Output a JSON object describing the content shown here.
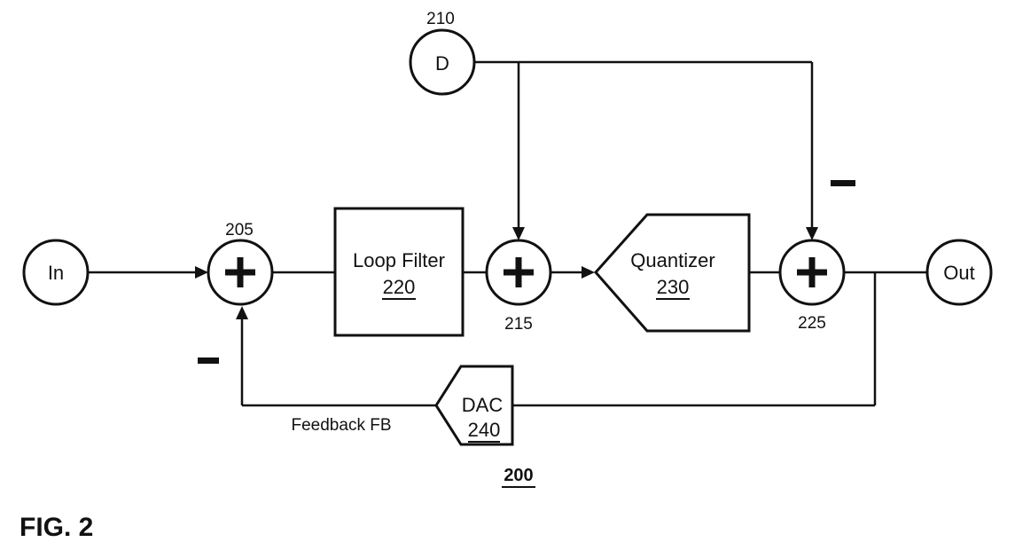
{
  "figure": {
    "caption": "FIG. 2",
    "diagram_ref": "200"
  },
  "nodes": {
    "input": {
      "label": "In"
    },
    "output": {
      "label": "Out"
    },
    "dither": {
      "label": "D",
      "ref": "210"
    },
    "summer_input": {
      "symbol": "+",
      "ref": "205",
      "sign": "−"
    },
    "summer_dither": {
      "symbol": "+",
      "ref": "215"
    },
    "summer_output": {
      "symbol": "+",
      "ref": "225",
      "sign": "−"
    },
    "loop_filter": {
      "label": "Loop Filter",
      "ref": "220"
    },
    "quantizer": {
      "label": "Quantizer",
      "ref": "230"
    },
    "dac": {
      "label": "DAC",
      "ref": "240"
    }
  },
  "labels": {
    "feedback": "Feedback FB"
  },
  "colors": {
    "ink": "#111111",
    "background": "#ffffff"
  }
}
